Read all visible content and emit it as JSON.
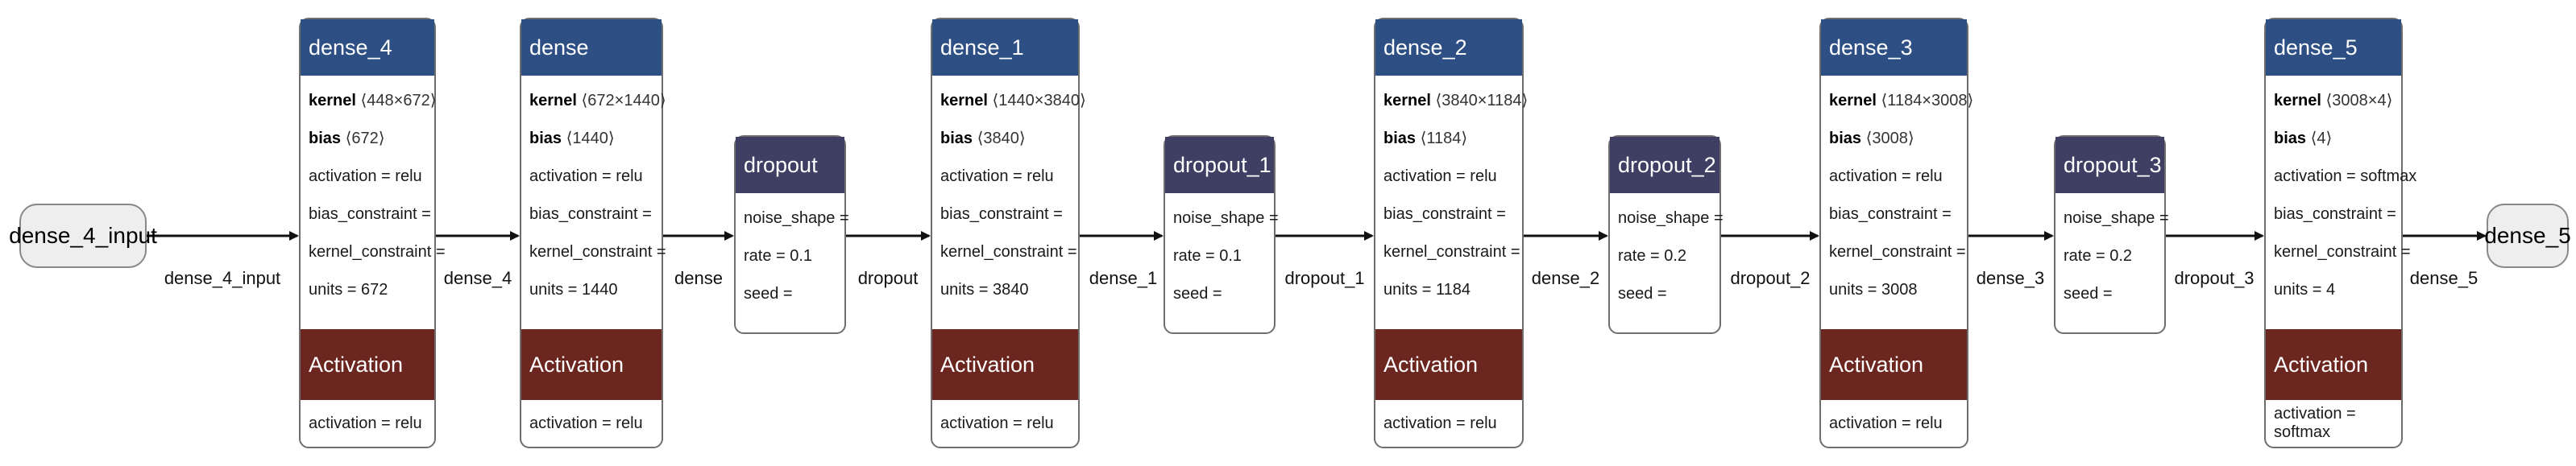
{
  "input_node": "dense_4_input",
  "output_node": "dense_5",
  "colors": {
    "dense_header": "#2d4f84",
    "dropout_header": "#3e3f63",
    "activation_header": "#6b2620",
    "io_fill": "#eeeeee"
  },
  "dense_layers": [
    {
      "name": "dense_4",
      "kernel": "⟨448×672⟩",
      "bias": "⟨672⟩",
      "activation": "activation = relu",
      "bias_constraint": "bias_constraint =",
      "kernel_constraint": "kernel_constraint =",
      "units": "units = 672",
      "act_title": "Activation",
      "act_value": "activation = relu"
    },
    {
      "name": "dense",
      "kernel": "⟨672×1440⟩",
      "bias": "⟨1440⟩",
      "activation": "activation = relu",
      "bias_constraint": "bias_constraint =",
      "kernel_constraint": "kernel_constraint =",
      "units": "units = 1440",
      "act_title": "Activation",
      "act_value": "activation = relu"
    },
    {
      "name": "dense_1",
      "kernel": "⟨1440×3840⟩",
      "bias": "⟨3840⟩",
      "activation": "activation = relu",
      "bias_constraint": "bias_constraint =",
      "kernel_constraint": "kernel_constraint =",
      "units": "units = 3840",
      "act_title": "Activation",
      "act_value": "activation = relu"
    },
    {
      "name": "dense_2",
      "kernel": "⟨3840×1184⟩",
      "bias": "⟨1184⟩",
      "activation": "activation = relu",
      "bias_constraint": "bias_constraint =",
      "kernel_constraint": "kernel_constraint =",
      "units": "units = 1184",
      "act_title": "Activation",
      "act_value": "activation = relu"
    },
    {
      "name": "dense_3",
      "kernel": "⟨1184×3008⟩",
      "bias": "⟨3008⟩",
      "activation": "activation = relu",
      "bias_constraint": "bias_constraint =",
      "kernel_constraint": "kernel_constraint =",
      "units": "units = 3008",
      "act_title": "Activation",
      "act_value": "activation = relu"
    },
    {
      "name": "dense_5",
      "kernel": "⟨3008×4⟩",
      "bias": "⟨4⟩",
      "activation": "activation = softmax",
      "bias_constraint": "bias_constraint =",
      "kernel_constraint": "kernel_constraint =",
      "units": "units = 4",
      "act_title": "Activation",
      "act_value": "activation = softmax"
    }
  ],
  "dropout_layers": [
    {
      "name": "dropout",
      "noise_shape": "noise_shape =",
      "rate": "rate = 0.1",
      "seed": "seed ="
    },
    {
      "name": "dropout_1",
      "noise_shape": "noise_shape =",
      "rate": "rate = 0.1",
      "seed": "seed ="
    },
    {
      "name": "dropout_2",
      "noise_shape": "noise_shape =",
      "rate": "rate = 0.2",
      "seed": "seed ="
    },
    {
      "name": "dropout_3",
      "noise_shape": "noise_shape =",
      "rate": "rate = 0.2",
      "seed": "seed ="
    }
  ],
  "labels": {
    "kernel": "kernel",
    "bias": "bias"
  },
  "edge_labels": [
    "dense_4_input",
    "dense_4",
    "dense",
    "dropout",
    "dense_1",
    "dropout_1",
    "dense_2",
    "dropout_2",
    "dense_3",
    "dropout_3",
    "dense_5"
  ]
}
